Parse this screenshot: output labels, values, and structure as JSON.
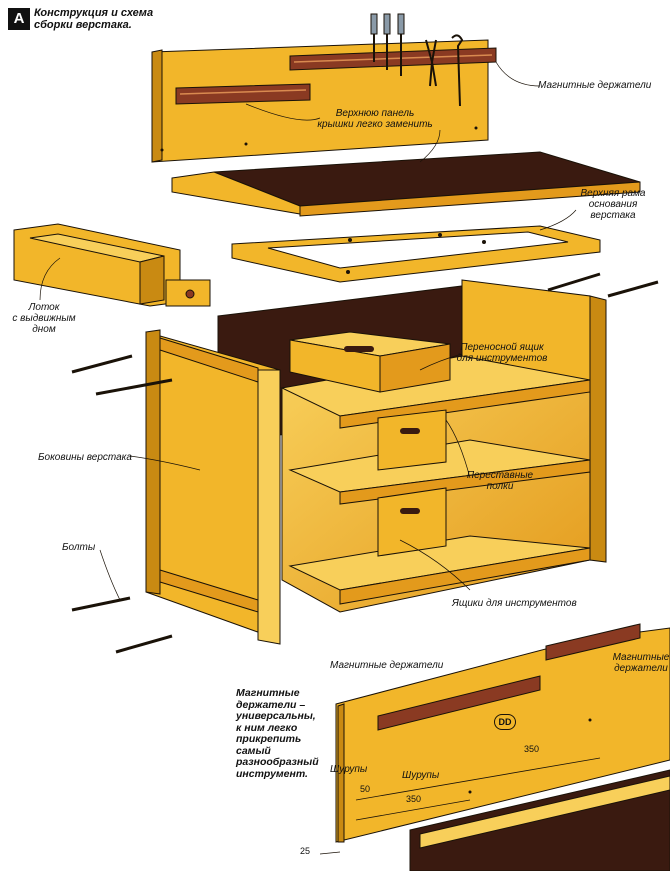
{
  "figure": {
    "panel_letter": "A",
    "title_line1": "Конструкция и схема",
    "title_line2": "сборки верстака."
  },
  "labels": {
    "magnetic_holders": "Магнитные держатели",
    "top_panel_line1": "Верхнюю панель",
    "top_panel_line2": "крышки легко заменить",
    "top_frame_line1": "Верхняя рама",
    "top_frame_line2": "основания",
    "top_frame_line3": "верстака",
    "tray_line1": "Лоток",
    "tray_line2": "с выдвижным",
    "tray_line3": "дном",
    "portable_box_line1": "Переносной ящик",
    "portable_box_line2": "для инструментов",
    "sides": "Боковины верстака",
    "shelves_line1": "Переставные",
    "shelves_line2": "полки",
    "bolts": "Болты",
    "tool_drawers": "Ящики для инструментов"
  },
  "detail": {
    "magnetic_holders_left": "Магнитные держатели",
    "magnetic_holders_right_line1": "Магнитные",
    "magnetic_holders_right_line2": "держатели",
    "screws_left": "Шурупы",
    "screws_right": "Шурупы",
    "badge": "DD",
    "dim_350_top": "350",
    "dim_350_bottom": "350",
    "dim_50": "50",
    "dim_25": "25",
    "note_line1": "Магнитные",
    "note_line2": "держатели –",
    "note_line3": "универсальны,",
    "note_line4": "к ним легко",
    "note_line5": "прикрепить",
    "note_line6": "самый",
    "note_line7": "разнообразный",
    "note_line8": "инструмент."
  },
  "colors": {
    "wood": "#f2b62a",
    "wood_light": "#f8cf5a",
    "wood_dark": "#c98a12",
    "wood_edge": "#e39a1c",
    "dark_top": "#3a1a10",
    "magnet": "#8a3a22",
    "outline": "#1a1208"
  }
}
